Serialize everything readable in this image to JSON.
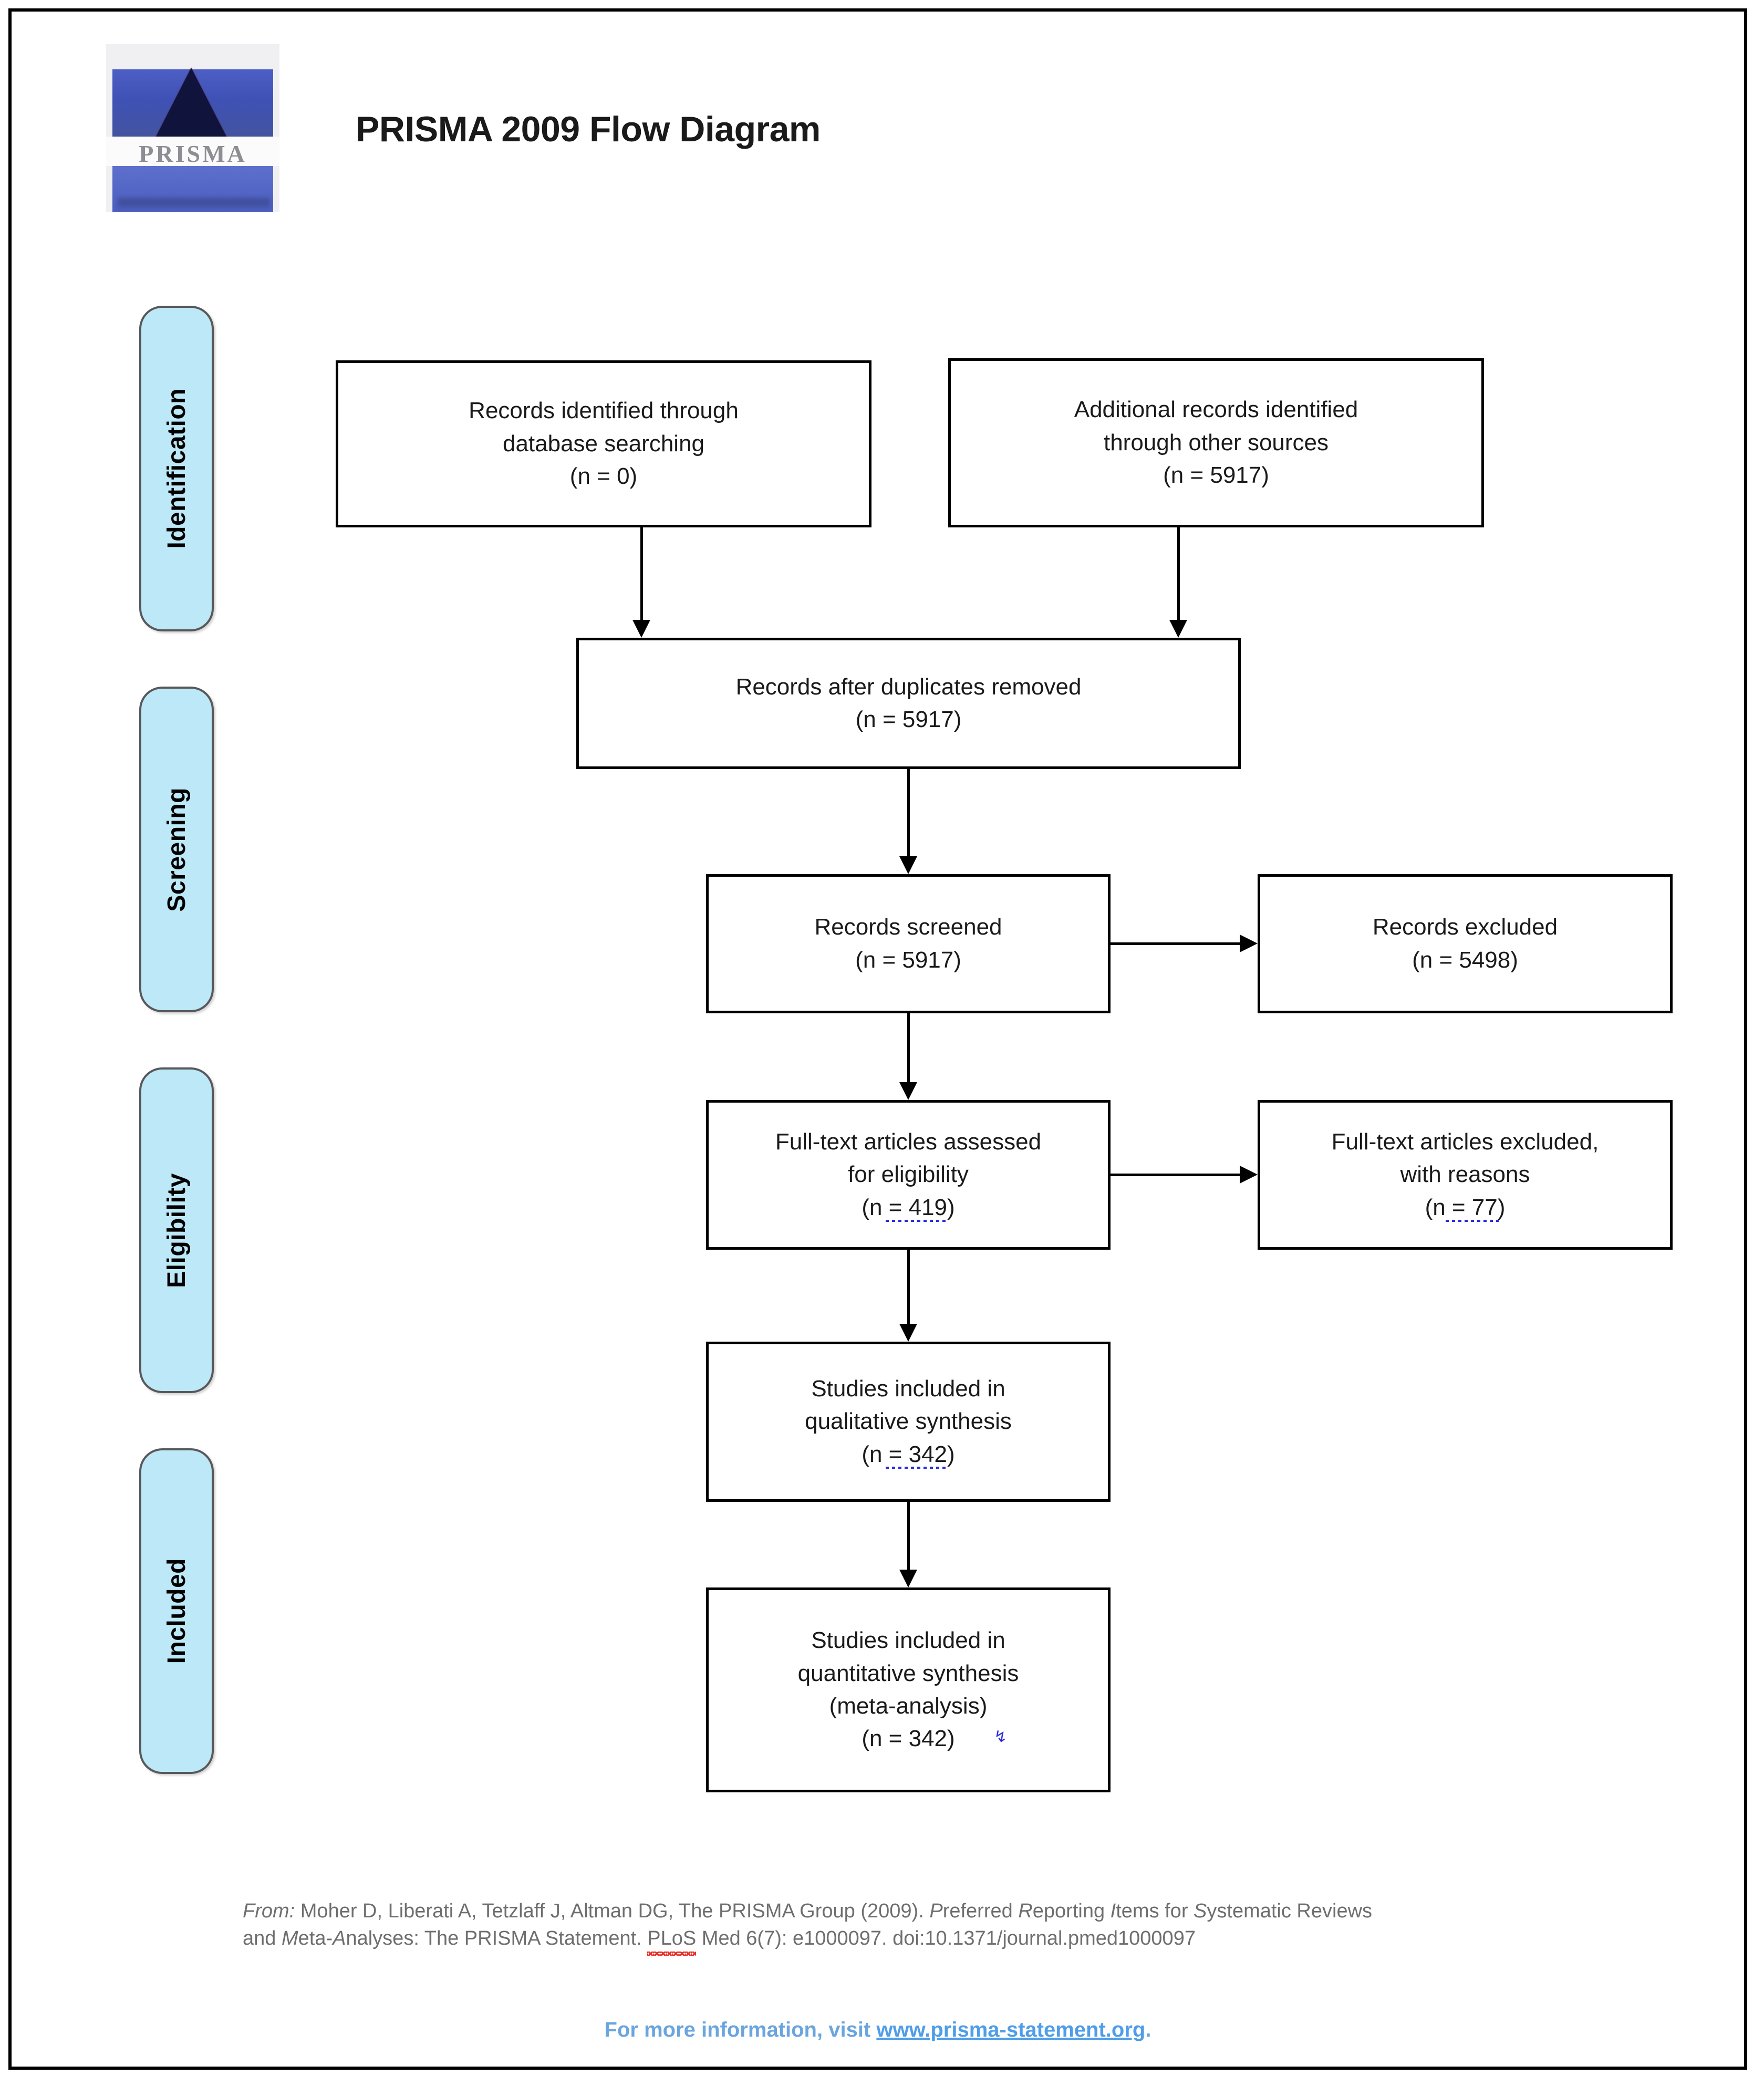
{
  "header": {
    "title": "PRISMA 2009 Flow Diagram",
    "logo_word": "PRISMA",
    "logo_alt": "prisma-pyramid-logo"
  },
  "stages": [
    {
      "id": "identification",
      "label": "Identification"
    },
    {
      "id": "screening",
      "label": "Screening"
    },
    {
      "id": "eligibility",
      "label": "Eligibility"
    },
    {
      "id": "included",
      "label": "Included"
    }
  ],
  "boxes": {
    "db_search": {
      "line1": "Records identified through",
      "line2": "database searching",
      "count": "(n = 0)"
    },
    "other_sources": {
      "line1": "Additional records identified",
      "line2": "through other sources",
      "count": "(n = 5917)"
    },
    "dedup": {
      "line1": "Records after duplicates removed",
      "count": "(n = 5917)"
    },
    "screened": {
      "line1": "Records screened",
      "count": "(n = 5917)"
    },
    "excluded": {
      "line1": "Records excluded",
      "count": "(n = 5498)"
    },
    "fulltext": {
      "line1": "Full-text articles assessed",
      "line2": "for eligibility",
      "count": "(n =  419)"
    },
    "fulltext_excluded": {
      "line1": "Full-text articles excluded,",
      "line2": "with reasons",
      "count": "(n =  77)"
    },
    "qualitative": {
      "line1": "Studies included in",
      "line2": "qualitative synthesis",
      "count": "(n =  342)"
    },
    "quantitative": {
      "line1": "Studies included in",
      "line2": "quantitative synthesis",
      "line3": "(meta-analysis)",
      "count": "(n =  342)"
    }
  },
  "footer": {
    "from_label": "From:",
    "citation_part1": "  Moher D, Liberati A, Tetzlaff J, Altman DG, The PRISMA Group (2009). ",
    "citation_italic_p": "P",
    "citation_ref_word1": "referred ",
    "citation_italic_r": "R",
    "citation_ref_word2": "eporting ",
    "citation_italic_i": "I",
    "citation_ref_word3": "tems for ",
    "citation_italic_s": "S",
    "citation_ref_word4": "ystematic Reviews",
    "line2_a": "and ",
    "line2_italic_m": "M",
    "line2_b": "eta-",
    "line2_italic_a": "A",
    "line2_c": "nalyses: The PRISMA Statement. ",
    "line2_ploS": "PLoS",
    "line2_d": " Med 6(7): e1000097. doi:10.1371/journal.pmed1000097",
    "more_info_prefix": "For more information, visit ",
    "more_info_link": "www.prisma-statement.org",
    "more_info_suffix": "."
  },
  "colors": {
    "stage_fill": "#bde8f7",
    "stage_border": "#58585a",
    "box_border": "#000000",
    "link_blue": "#4f9de8",
    "spellcheck_blue": "#2b2be0",
    "spellcheck_red": "#e8302a",
    "footer_gray": "#6e6e6e"
  }
}
